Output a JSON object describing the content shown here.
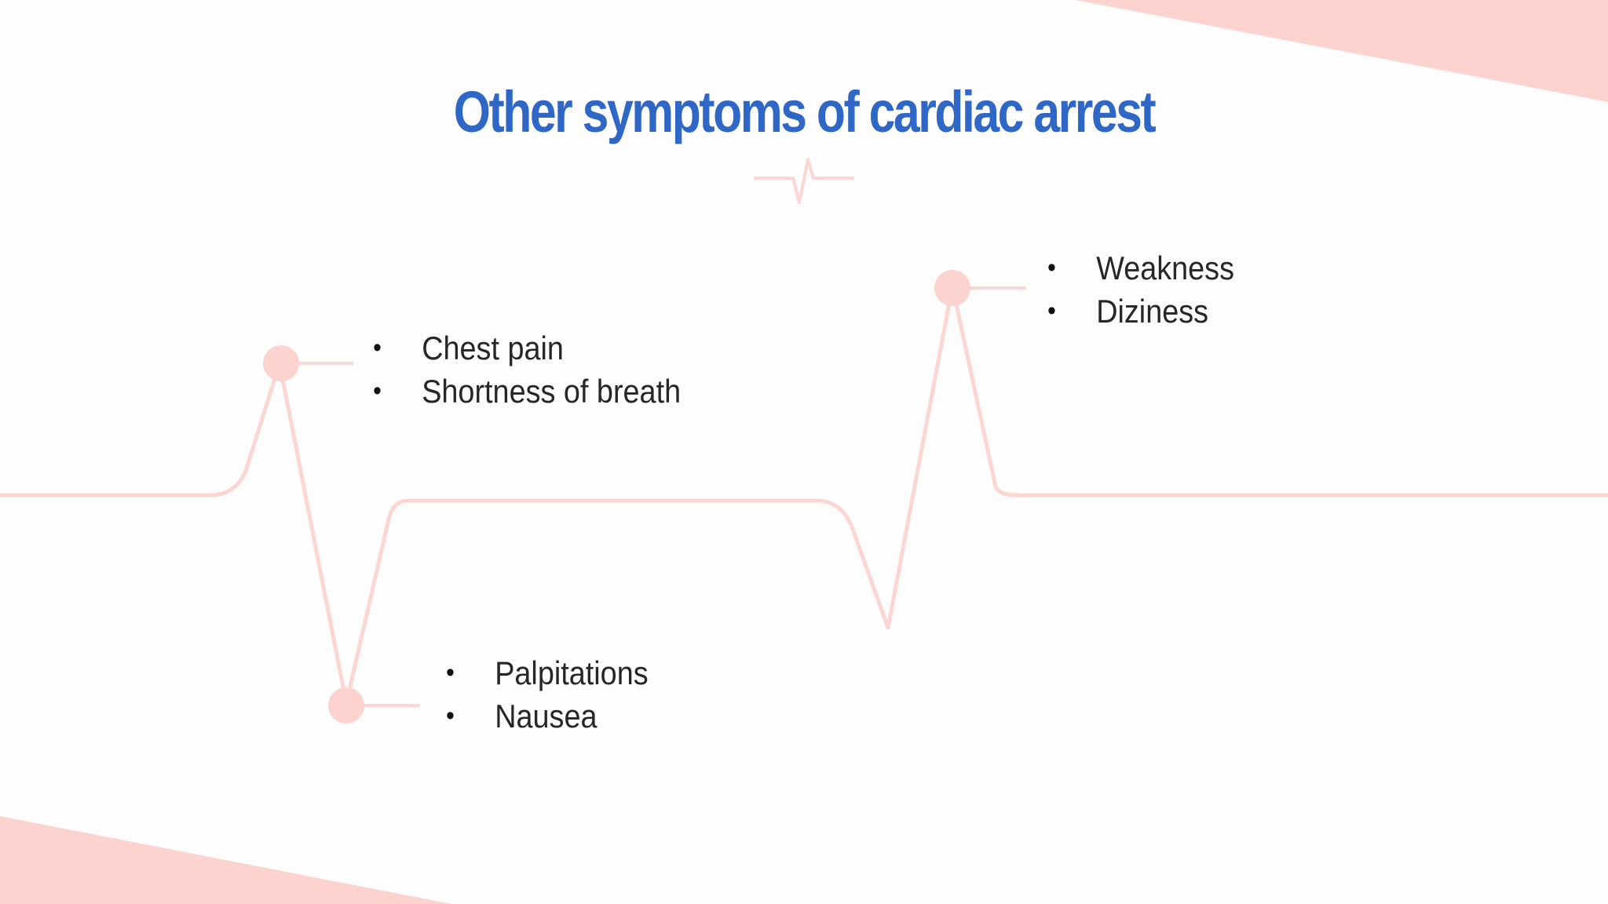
{
  "slide": {
    "title": "Other symptoms of cardiac arrest",
    "colors": {
      "title": "#2f67c7",
      "accent_pink": "#fdd3d0",
      "ecg_line": "#fbd6d3",
      "text": "#262626"
    },
    "icons": {
      "header_divider": "ecg-pulse-icon",
      "bullet": "bullet-dot"
    },
    "groups": [
      {
        "items": [
          "Chest pain",
          "Shortness of breath"
        ]
      },
      {
        "items": [
          "Palpitations",
          "Nausea"
        ]
      },
      {
        "items": [
          "Weakness",
          "Diziness"
        ]
      }
    ]
  }
}
